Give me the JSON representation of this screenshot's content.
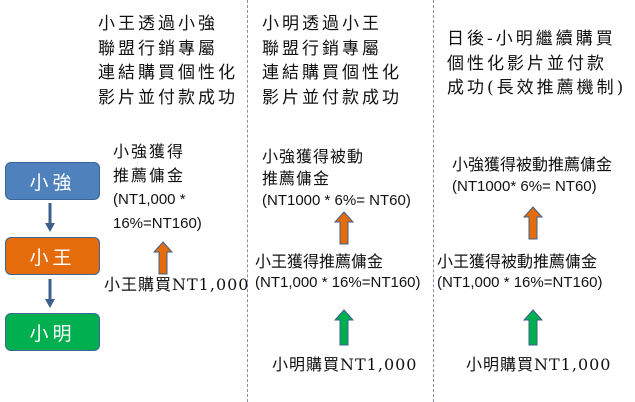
{
  "colors": {
    "blue": "#4f81bd",
    "orange": "#e46c0a",
    "green": "#00b050",
    "link_arrow": "#3d5f8c",
    "divider": "#7f93ad"
  },
  "chain": [
    "小強",
    "小王",
    "小明"
  ],
  "columns": [
    {
      "heading": [
        "小王透過小強",
        "聯盟行銷專屬",
        "連結購買個性化",
        "影片並付款成功"
      ],
      "upper_label": [
        "小強獲得",
        "推薦傭金",
        "(NT1,000 *",
        "16%=NT160)"
      ],
      "lower_label": [
        "小王購買NT1,000"
      ]
    },
    {
      "heading": [
        "小明透過小王",
        "聯盟行銷專屬",
        "連結購買個性化",
        "影片並付款成功"
      ],
      "upper_label": [
        "小強獲得被動",
        "推薦傭金",
        "(NT1000 * 6%= NT60)"
      ],
      "middle_label": [
        "小王獲得推薦傭金",
        "(NT1,000 * 16%=NT160)"
      ],
      "lower_label": [
        "小明購買NT1,000"
      ]
    },
    {
      "heading": [
        "日後-小明繼續購買",
        "個性化影片並付款",
        "成功(長效推薦機制)"
      ],
      "upper_label": [
        "小強獲得被動推薦傭金",
        "(NT1000* 6%= NT60)"
      ],
      "middle_label": [
        "小王獲得被動推薦傭金",
        "(NT1,000 * 16%=NT160)"
      ],
      "lower_label": [
        "小明購買NT1,000"
      ]
    }
  ]
}
